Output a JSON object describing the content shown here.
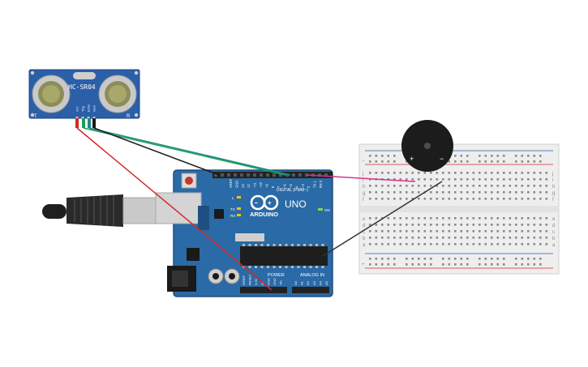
{
  "sensor": {
    "model": "HC-SR04",
    "pins": [
      "Vcc",
      "Trig",
      "Echo",
      "Gnd"
    ],
    "side_marks": [
      "T",
      "R"
    ]
  },
  "arduino": {
    "brand": "ARDUINO",
    "model": "UNO",
    "digital_header_label": "DIGITAL (PWM~)",
    "power_header_label": "POWER",
    "analog_header_label": "ANALOG IN",
    "on_label": "ON",
    "l_label": "L",
    "tx_label": "TX",
    "rx_label": "RX",
    "top_pins": [
      "AREF",
      "GND",
      "13",
      "12",
      "~11",
      "~10",
      "~9",
      "8",
      "7",
      "~6",
      "~5",
      "4",
      "~3",
      "2",
      "TX 1",
      "RX 0"
    ],
    "power_pins": [
      "IOREF",
      "RESET",
      "3.3V",
      "5V",
      "GND",
      "GND",
      "Vin"
    ],
    "analog_pins": [
      "A0",
      "A1",
      "A2",
      "A3",
      "A4",
      "A5"
    ]
  },
  "buzzer": {
    "plus": "+",
    "minus": "−"
  },
  "breadboard": {
    "row_letters_top": [
      "j",
      "i",
      "h",
      "g",
      "f"
    ],
    "row_letters_bottom": [
      "e",
      "d",
      "c",
      "b",
      "a"
    ],
    "rail_plus": "+",
    "rail_minus": "−",
    "columns": 30
  },
  "wires": {
    "vcc": "#d62828",
    "trig": "#1f9d55",
    "echo": "#1d8a8a",
    "gnd": "#1a1a1a",
    "signal": "#d6338a",
    "buzzer_gnd": "#333333"
  },
  "colors": {
    "board": "#2a6aa6",
    "sensor_board": "#2b5fa8",
    "breadboard": "#eeeeee"
  }
}
